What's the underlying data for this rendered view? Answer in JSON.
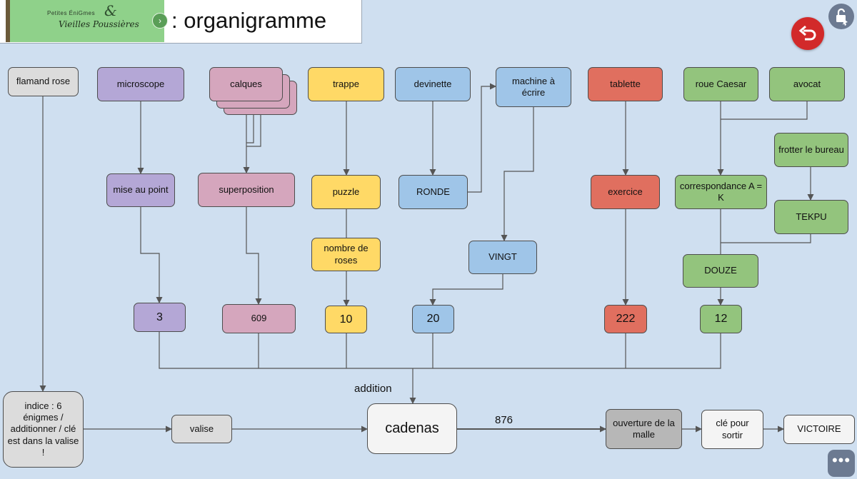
{
  "header": {
    "logo_line1": "Petites ÉniGmes",
    "logo_amp": "&",
    "logo_line2": "Vieilles Poussières",
    "logo_button_glyph": "›",
    "title": ": organigramme"
  },
  "controls": {
    "undo_icon": "undo-arrow-icon",
    "lock_icon": "unlock-icon",
    "more_label": "•••"
  },
  "colors": {
    "purple": "#b4a7d6",
    "pink": "#d5a6bd",
    "yellow": "#ffd966",
    "blue": "#9fc5e8",
    "red": "#e06f5f",
    "green": "#93c47d",
    "gray": "#dcdcdc",
    "background": "#cfdff0"
  },
  "nodes": {
    "flamand_rose": "flamand rose",
    "microscope": "microscope",
    "calques": "calques",
    "trappe": "trappe",
    "devinette": "devinette",
    "machine_a_ecrire": "machine à écrire",
    "tablette": "tablette",
    "roue_caesar": "roue Caesar",
    "avocat": "avocat",
    "frotter_le_bureau": "frotter le bureau",
    "mise_au_point": "mise au point",
    "superposition": "superposition",
    "puzzle": "puzzle",
    "ronde": "RONDE",
    "exercice": "exercice",
    "correspondance": "correspondance A = K",
    "tekpu": "TEKPU",
    "nombre_de_roses": "nombre de roses",
    "vingt": "VINGT",
    "douze": "DOUZE",
    "v3": "3",
    "v609": "609",
    "v10": "10",
    "v20": "20",
    "v222": "222",
    "v12": "12",
    "indice": "indice : 6 énigmes / additionner / clé est dans la valise !",
    "valise": "valise",
    "cadenas": "cadenas",
    "ouverture": "ouverture de la malle",
    "cle_pour_sortir": "clé pour sortir",
    "victoire": "VICTOIRE"
  },
  "labels": {
    "addition": "addition",
    "code_876": "876"
  },
  "edges": [
    [
      "flamand_rose",
      "indice"
    ],
    [
      "indice",
      "valise"
    ],
    [
      "valise",
      "cadenas"
    ],
    [
      "microscope",
      "mise_au_point"
    ],
    [
      "mise_au_point",
      "v3"
    ],
    [
      "calques",
      "superposition"
    ],
    [
      "superposition",
      "v609"
    ],
    [
      "trappe",
      "puzzle"
    ],
    [
      "nombre_de_roses",
      "v10"
    ],
    [
      "devinette",
      "ronde"
    ],
    [
      "ronde",
      "machine_a_ecrire"
    ],
    [
      "machine_a_ecrire",
      "vingt"
    ],
    [
      "vingt",
      "v20"
    ],
    [
      "tablette",
      "exercice"
    ],
    [
      "exercice",
      "v222"
    ],
    [
      "roue_caesar",
      "correspondance"
    ],
    [
      "avocat",
      "correspondance"
    ],
    [
      "frotter_le_bureau",
      "tekpu"
    ],
    [
      "tekpu",
      "douze"
    ],
    [
      "douze",
      "v12"
    ],
    [
      "v3",
      "cadenas"
    ],
    [
      "v609",
      "cadenas"
    ],
    [
      "v10",
      "cadenas"
    ],
    [
      "v20",
      "cadenas"
    ],
    [
      "v222",
      "cadenas"
    ],
    [
      "v12",
      "cadenas"
    ],
    [
      "cadenas",
      "ouverture"
    ],
    [
      "ouverture",
      "cle_pour_sortir"
    ],
    [
      "cle_pour_sortir",
      "victoire"
    ]
  ]
}
